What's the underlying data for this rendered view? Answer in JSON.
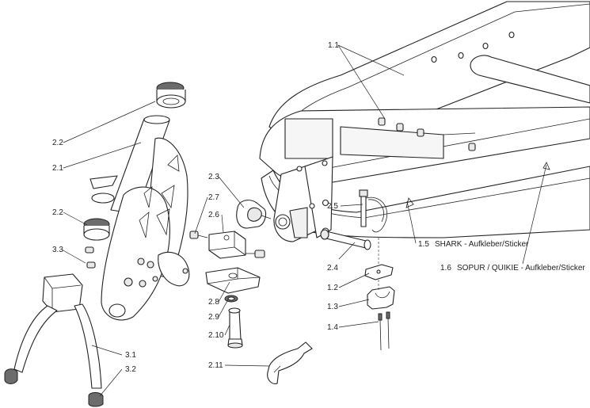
{
  "diagram": {
    "callouts": [
      {
        "id": "c-1-1",
        "text": "1.1"
      },
      {
        "id": "c-2-2a",
        "text": "2.2"
      },
      {
        "id": "c-2-1",
        "text": "2.1"
      },
      {
        "id": "c-2-2b",
        "text": "2.2"
      },
      {
        "id": "c-3-3",
        "text": "3.3"
      },
      {
        "id": "c-2-3",
        "text": "2.3"
      },
      {
        "id": "c-2-7",
        "text": "2.7"
      },
      {
        "id": "c-2-6",
        "text": "2.6"
      },
      {
        "id": "c-2-5",
        "text": "2.5"
      },
      {
        "id": "c-1-5",
        "text": "1.5"
      },
      {
        "id": "c-1-5-desc",
        "text": "SHARK - Aufkleber/Sticker"
      },
      {
        "id": "c-1-6",
        "text": "1.6"
      },
      {
        "id": "c-1-6-desc",
        "text": "SOPUR / QUIKIE - Aufkleber/Sticker"
      },
      {
        "id": "c-2-4",
        "text": "2.4"
      },
      {
        "id": "c-1-2",
        "text": "1.2"
      },
      {
        "id": "c-1-3",
        "text": "1.3"
      },
      {
        "id": "c-1-4",
        "text": "1.4"
      },
      {
        "id": "c-2-8",
        "text": "2.8"
      },
      {
        "id": "c-2-9",
        "text": "2.9"
      },
      {
        "id": "c-2-10",
        "text": "2.10"
      },
      {
        "id": "c-2-11",
        "text": "2.11"
      },
      {
        "id": "c-3-1",
        "text": "3.1"
      },
      {
        "id": "c-3-2",
        "text": "3.2"
      }
    ]
  }
}
